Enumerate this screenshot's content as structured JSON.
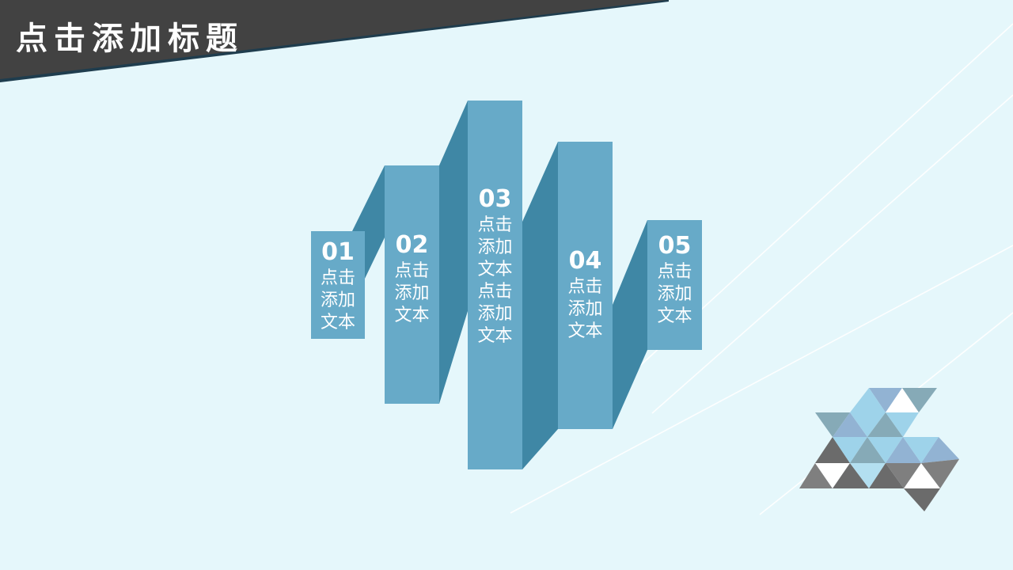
{
  "title": "点击添加标题",
  "steps": [
    {
      "num": "01",
      "text": "点击添加文本"
    },
    {
      "num": "02",
      "text": "点击添加文本"
    },
    {
      "num": "03",
      "text": "点击添加文本点击添加文本"
    },
    {
      "num": "04",
      "text": "点击添加文本"
    },
    {
      "num": "05",
      "text": "点击添加文本"
    }
  ],
  "colors": {
    "background": "#e5f7fb",
    "header_band": "#424242",
    "header_edge": "#1f3d4e",
    "card": "#67aac8",
    "card_side": "#3f87a5",
    "triangle_blues": [
      "#92b3d3",
      "#9ed3ea",
      "#86aab7",
      "#b3dff0"
    ],
    "triangle_grays": [
      "#6b6b6b",
      "#7f7f7f",
      "#979797"
    ]
  }
}
